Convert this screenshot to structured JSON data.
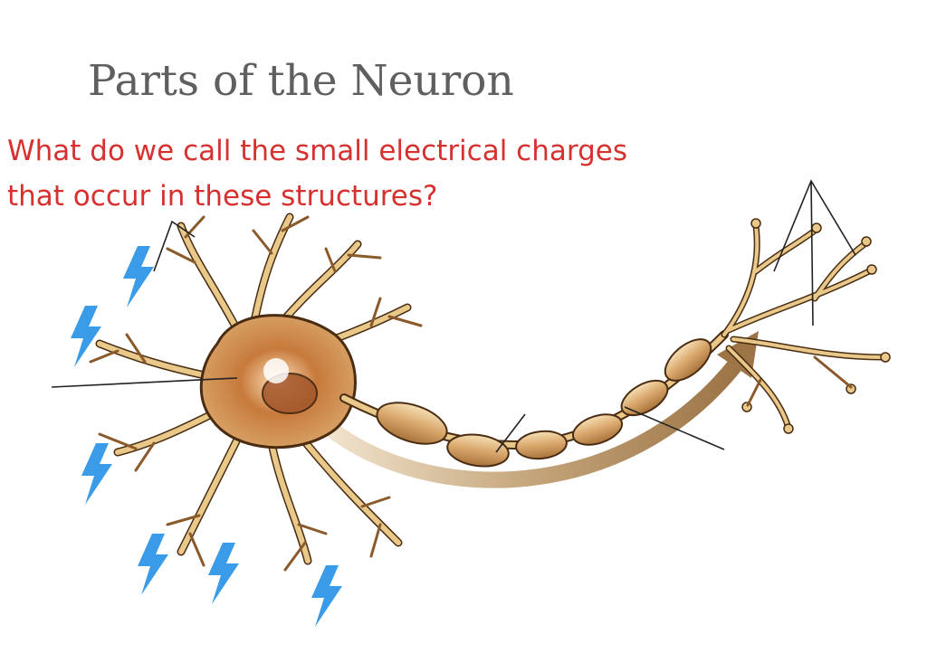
{
  "slide": {
    "title": "Parts of the Neuron",
    "question": {
      "line1": "What do we call the small electrical charges",
      "line2": "that occur in these structures?"
    }
  },
  "diagram": {
    "subject": "neuron",
    "colors": {
      "title": "#5f5f5f",
      "question": "#d6312f",
      "neuron_fill": "#e9c98a",
      "neuron_outline": "#4a2c12",
      "soma_core": "#b45f2a",
      "lightning": "#3a9be8",
      "arrow": "#b49263",
      "label_line": "#222222"
    },
    "icons": [
      "lightning-bolt-icon",
      "direction-arrow"
    ]
  }
}
